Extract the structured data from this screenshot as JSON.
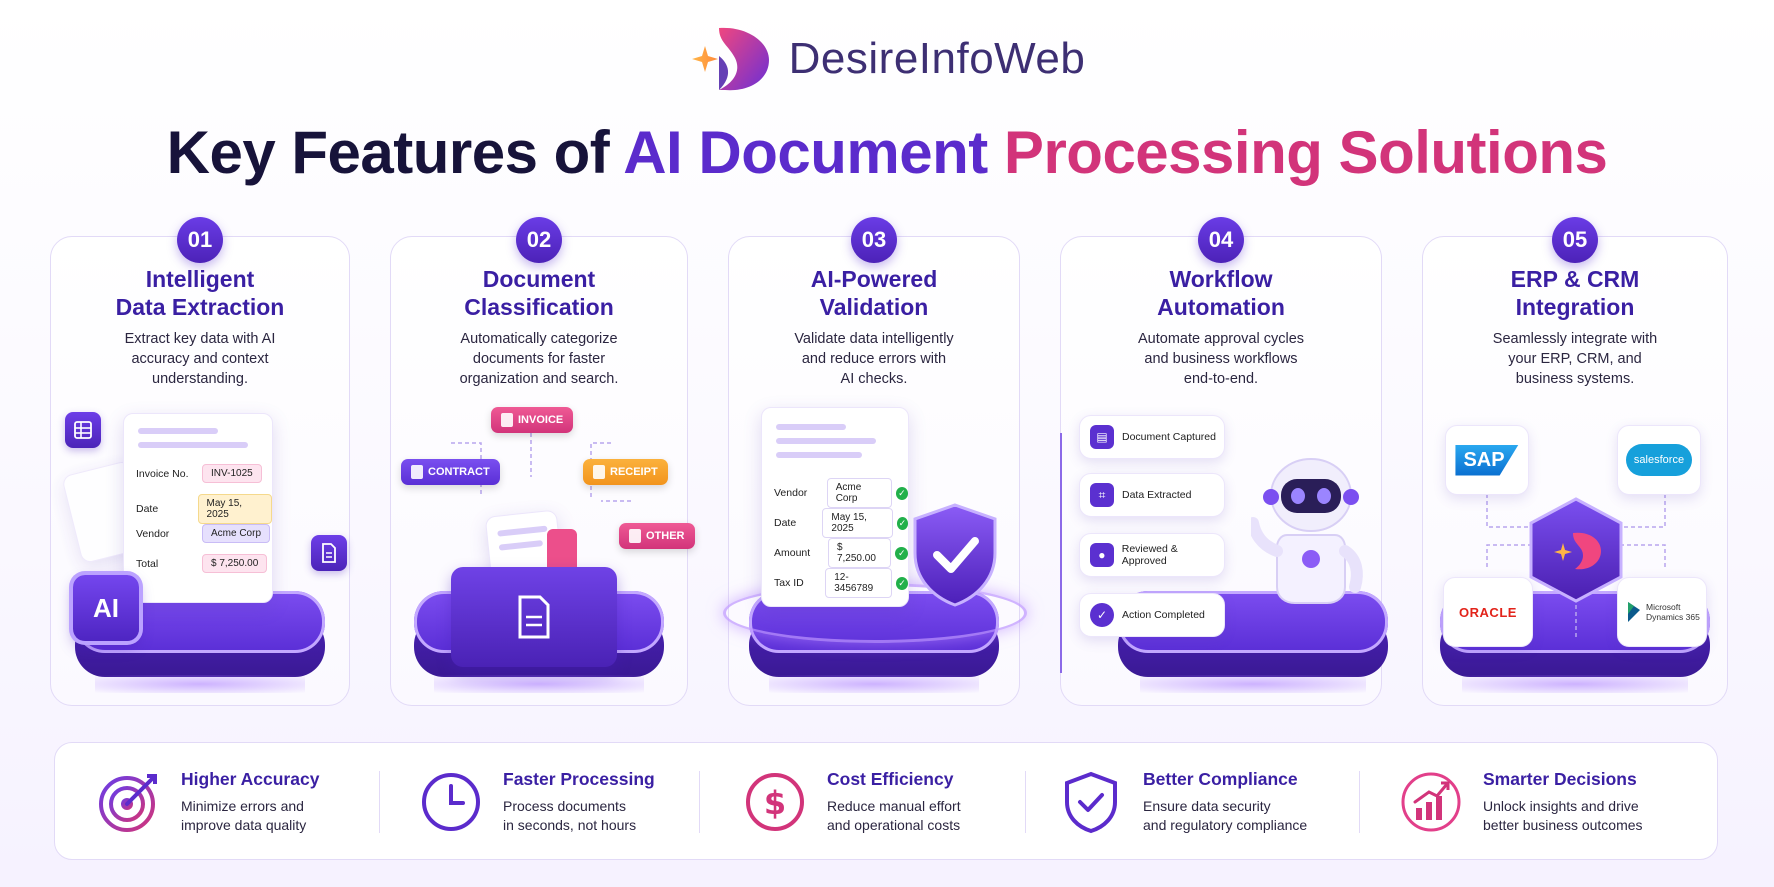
{
  "brand": {
    "name": "DesireInfoWeb"
  },
  "title": {
    "part1": "Key Features of ",
    "part2": "AI Document ",
    "part3": "Processing Solutions"
  },
  "features": [
    {
      "num": "01",
      "title_line1": "Intelligent",
      "title_line2": "Data Extraction",
      "desc_line1": "Extract key data with AI",
      "desc_line2": "accuracy and context",
      "desc_line3": "understanding.",
      "fields": [
        {
          "label": "Invoice No.",
          "value": "INV-1025"
        },
        {
          "label": "Date",
          "value": "May 15, 2025"
        },
        {
          "label": "Vendor",
          "value": "Acme Corp"
        },
        {
          "label": "Total",
          "value": "$ 7,250.00"
        }
      ],
      "chip_label": "AI"
    },
    {
      "num": "02",
      "title_line1": "Document",
      "title_line2": "Classification",
      "desc_line1": "Automatically categorize",
      "desc_line2": "documents for faster",
      "desc_line3": "organization and search.",
      "tags": {
        "invoice": "INVOICE",
        "contract": "CONTRACT",
        "receipt": "RECEIPT",
        "other": "OTHER"
      }
    },
    {
      "num": "03",
      "title_line1": "AI-Powered",
      "title_line2": "Validation",
      "desc_line1": "Validate data intelligently",
      "desc_line2": "and reduce errors with",
      "desc_line3": "AI checks.",
      "fields": [
        {
          "label": "Vendor",
          "value": "Acme Corp"
        },
        {
          "label": "Date",
          "value": "May 15, 2025"
        },
        {
          "label": "Amount",
          "value": "$ 7,250.00"
        },
        {
          "label": "Tax ID",
          "value": "12-3456789"
        }
      ]
    },
    {
      "num": "04",
      "title_line1": "Workflow",
      "title_line2": "Automation",
      "desc_line1": "Automate approval cycles",
      "desc_line2": "and business workflows",
      "desc_line3": "end-to-end.",
      "steps": [
        "Document Captured",
        "Data Extracted",
        "Reviewed & Approved",
        "Action Completed"
      ]
    },
    {
      "num": "05",
      "title_line1": "ERP & CRM",
      "title_line2": "Integration",
      "desc_line1": "Seamlessly integrate with",
      "desc_line2": "your ERP, CRM, and",
      "desc_line3": "business systems.",
      "logos": {
        "sap": "SAP",
        "salesforce": "salesforce",
        "oracle": "ORACLE",
        "ms1": "Microsoft",
        "ms2": "Dynamics 365"
      }
    }
  ],
  "benefits": [
    {
      "title": "Higher Accuracy",
      "desc_line1": "Minimize errors and",
      "desc_line2": "improve data quality"
    },
    {
      "title": "Faster Processing",
      "desc_line1": "Process documents",
      "desc_line2": "in seconds, not hours"
    },
    {
      "title": "Cost Efficiency",
      "desc_line1": "Reduce manual effort",
      "desc_line2": "and operational costs"
    },
    {
      "title": "Better Compliance",
      "desc_line1": "Ensure data security",
      "desc_line2": "and regulatory compliance"
    },
    {
      "title": "Smarter Decisions",
      "desc_line1": "Unlock insights and drive",
      "desc_line2": "better business outcomes"
    }
  ],
  "colors": {
    "primary": "#5b2bcc",
    "accent": "#d2347a",
    "dark": "#17133a",
    "success": "#22b04b"
  }
}
